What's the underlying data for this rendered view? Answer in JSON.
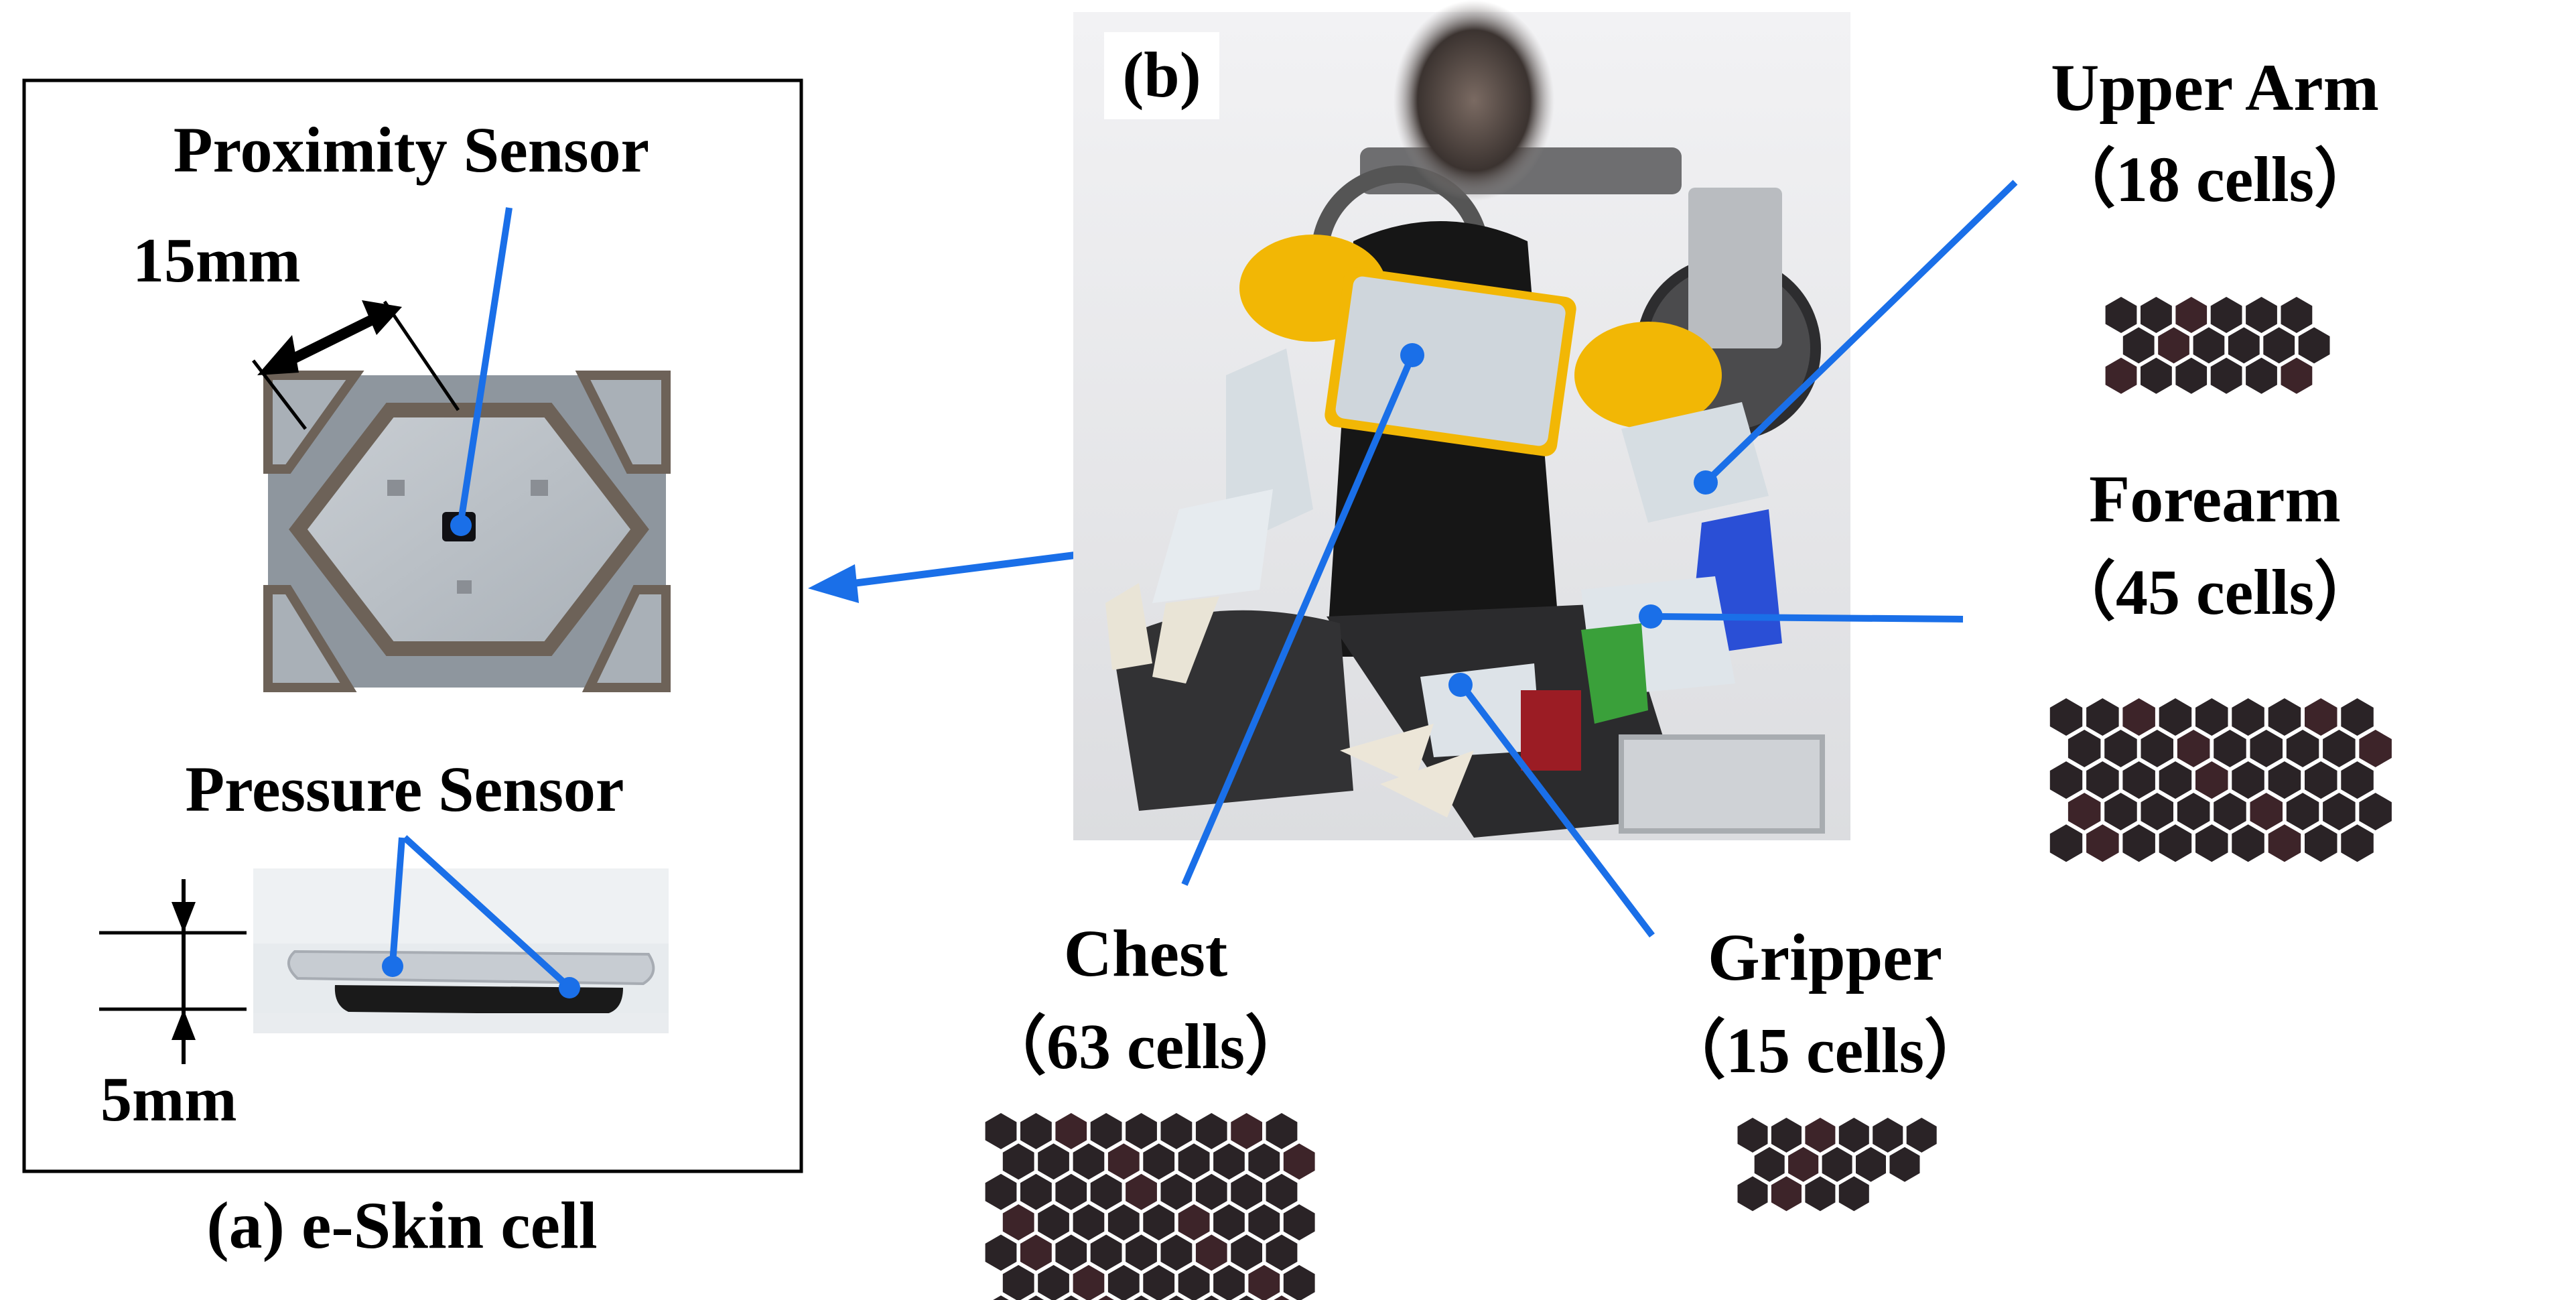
{
  "panel_a": {
    "proximity_label": "Proximity Sensor",
    "width_label": "15mm",
    "pressure_label": "Pressure Sensor",
    "thickness_label": "5mm",
    "caption": "(a) e-Skin cell"
  },
  "panel_b": {
    "tag": "(b)"
  },
  "parts": {
    "upper_arm": {
      "name": "Upper Arm",
      "count": "（18 cells）",
      "cells": 18
    },
    "forearm": {
      "name": "Forearm",
      "count": "（45 cells）",
      "cells": 45
    },
    "chest": {
      "name": "Chest",
      "count": "（63 cells）",
      "cells": 63
    },
    "gripper": {
      "name": "Gripper",
      "count": "（15 cells）",
      "cells": 15
    }
  },
  "colors": {
    "leader_line": "#1a6fe8",
    "hex_cell": "#2a2326",
    "hex_cell_alt": "#3d2429"
  }
}
